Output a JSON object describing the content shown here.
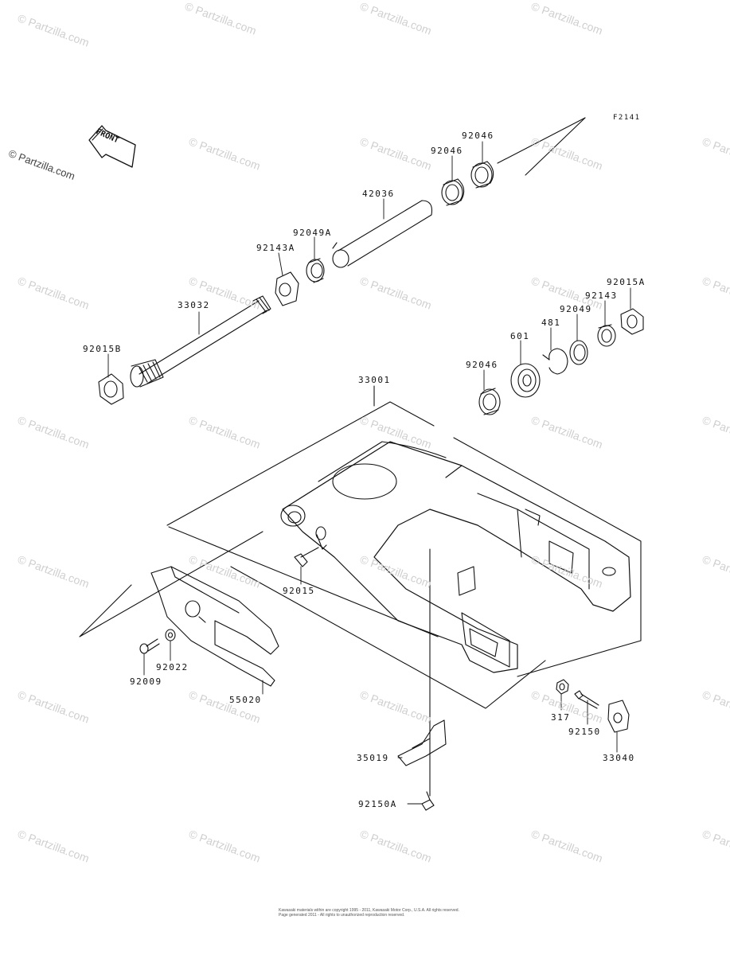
{
  "watermark": {
    "brand": "© Partzilla.com"
  },
  "figure_code": "F2141",
  "front_arrow": {
    "text": "FRONT"
  },
  "parts": [
    {
      "id": "92046-top",
      "label": "92046"
    },
    {
      "id": "92046-second",
      "label": "92046"
    },
    {
      "id": "42036",
      "label": "42036"
    },
    {
      "id": "92049A",
      "label": "92049A"
    },
    {
      "id": "92143A",
      "label": "92143A"
    },
    {
      "id": "33032",
      "label": "33032"
    },
    {
      "id": "92015B",
      "label": "92015B"
    },
    {
      "id": "92015A",
      "label": "92015A"
    },
    {
      "id": "92143",
      "label": "92143"
    },
    {
      "id": "92049",
      "label": "92049"
    },
    {
      "id": "481",
      "label": "481"
    },
    {
      "id": "601",
      "label": "601"
    },
    {
      "id": "92046-lower",
      "label": "92046"
    },
    {
      "id": "33001",
      "label": "33001"
    },
    {
      "id": "92015",
      "label": "92015"
    },
    {
      "id": "92022",
      "label": "92022"
    },
    {
      "id": "92009",
      "label": "92009"
    },
    {
      "id": "55020",
      "label": "55020"
    },
    {
      "id": "35019",
      "label": "35019"
    },
    {
      "id": "92150A",
      "label": "92150A"
    },
    {
      "id": "317",
      "label": "317"
    },
    {
      "id": "92150",
      "label": "92150"
    },
    {
      "id": "33040",
      "label": "33040"
    }
  ],
  "copyright": {
    "line1": "Kawasaki materials within are copyright 1995 - 2011, Kawasaki Motor Corp., U.S.A.  All rights reserved.",
    "line2": "Page generated 2011 - All rights to unauthorized reproduction reserved."
  }
}
